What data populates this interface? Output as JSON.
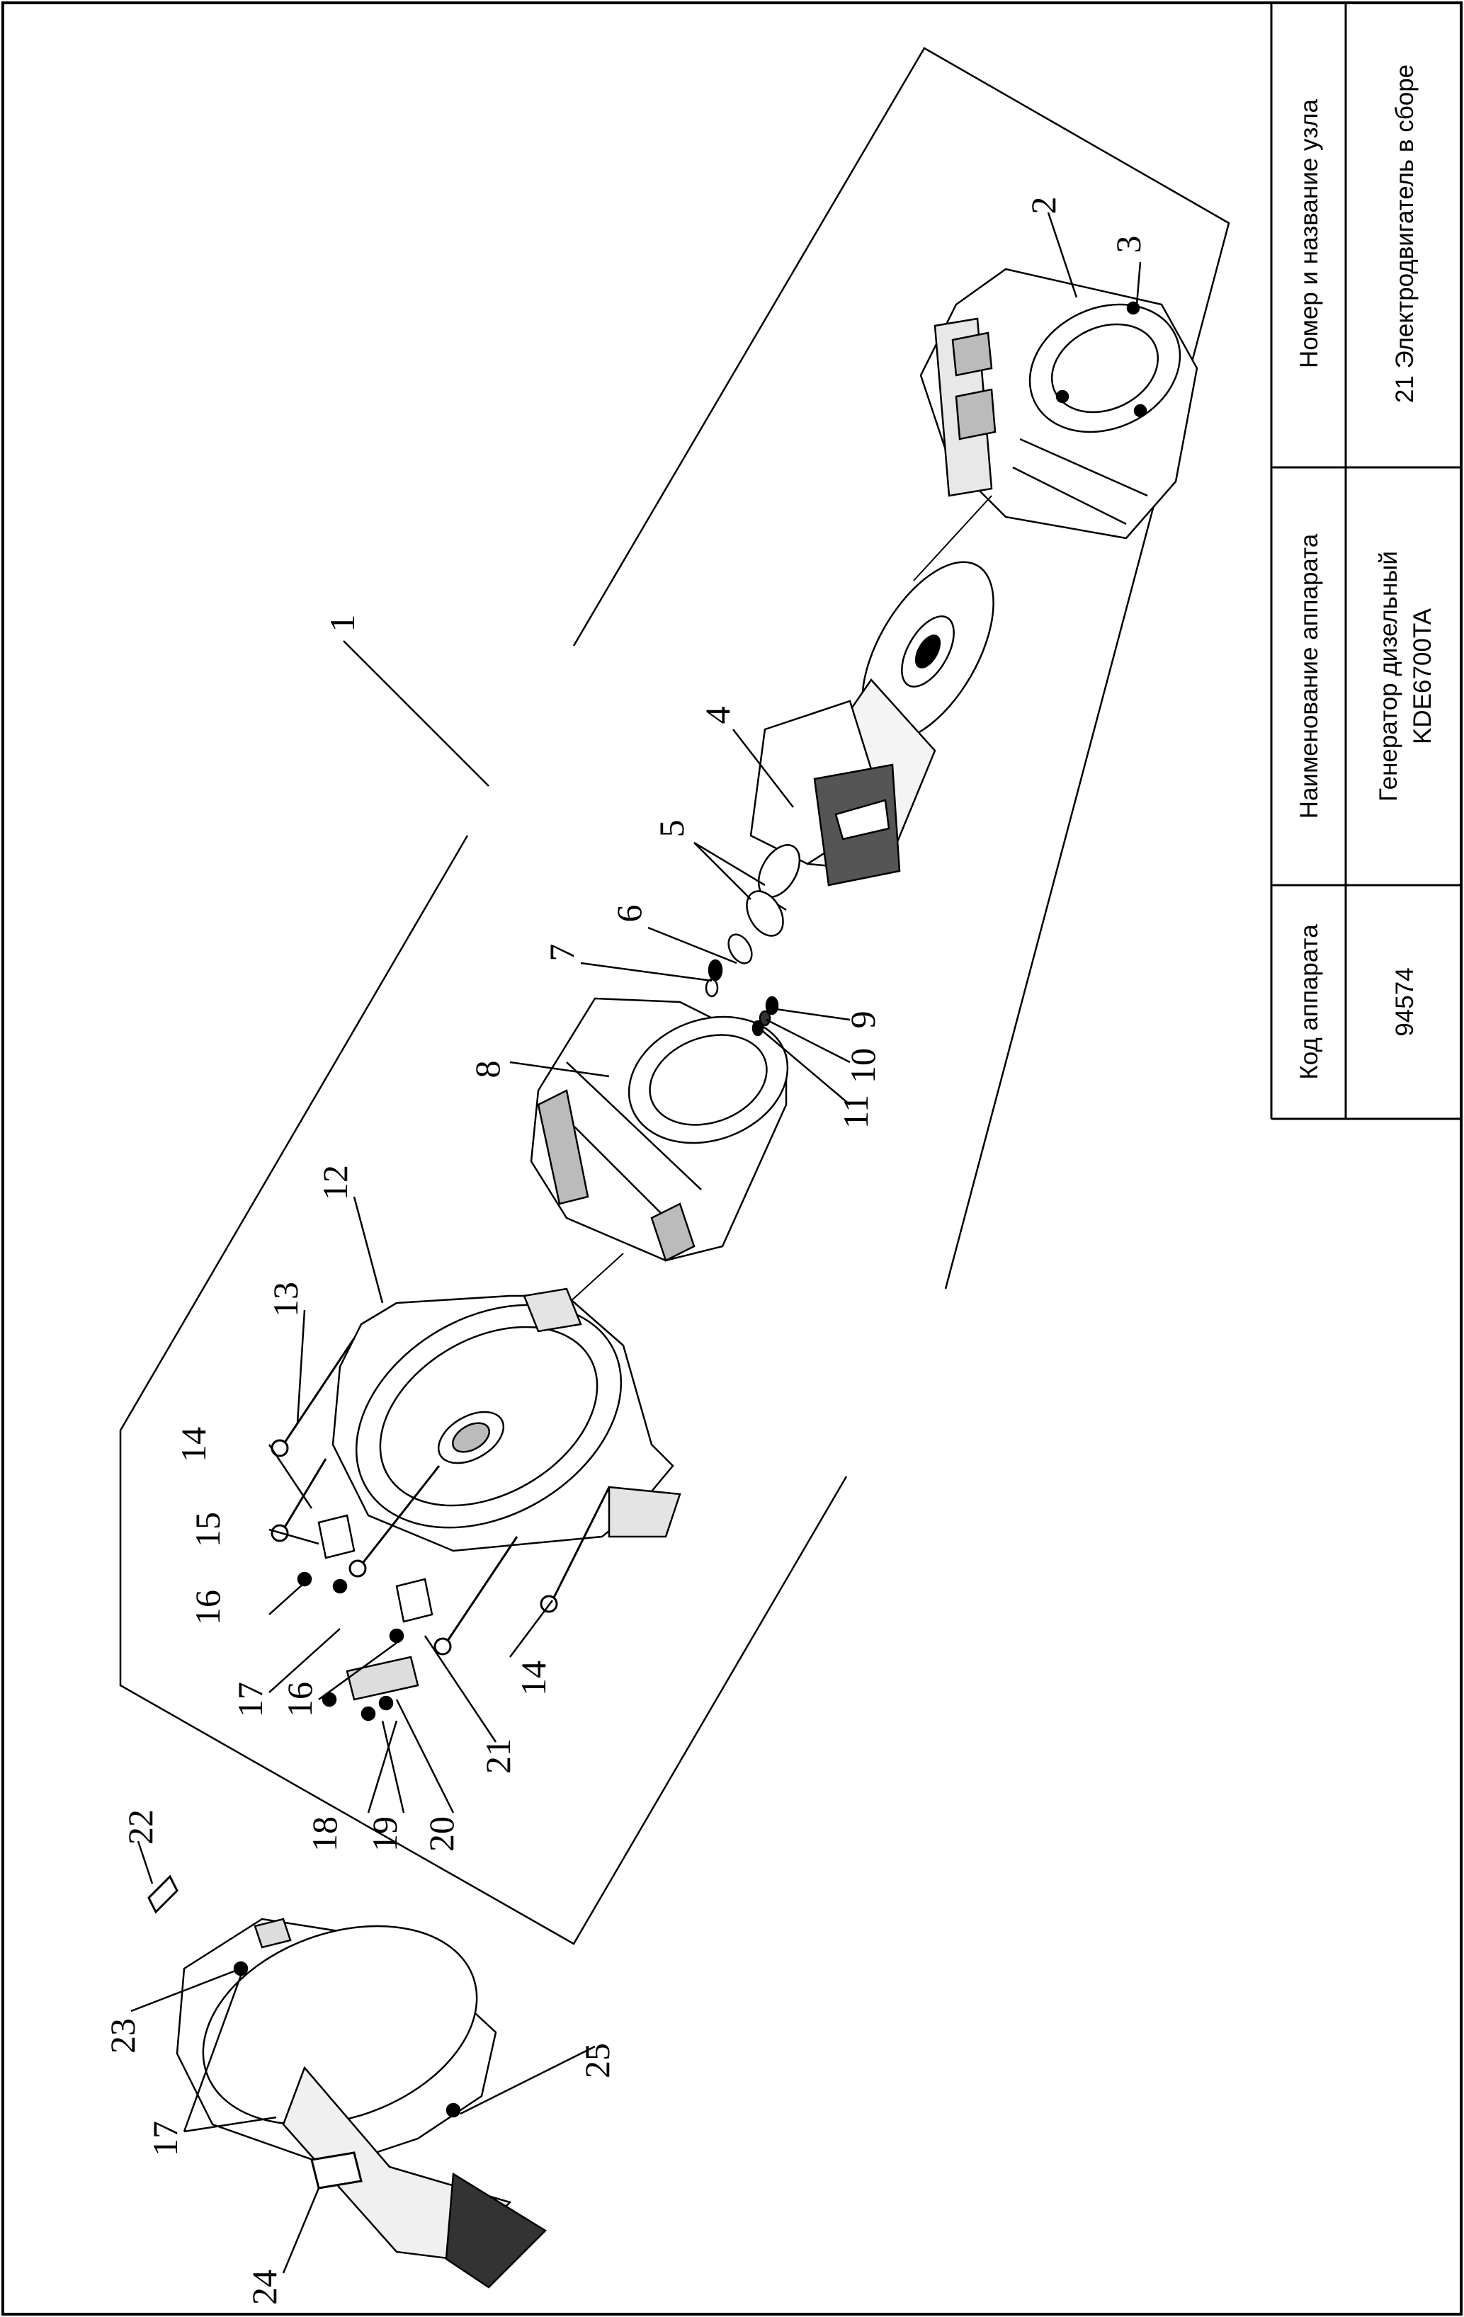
{
  "title_block": {
    "col1_header": "Код аппарата",
    "col1_value": "94574",
    "col2_header": "Наименование аппарата",
    "col2_value_line1": "Генератор дизельный",
    "col2_value_line2": "KDE6700TA",
    "col3_header": "Номер и название узла",
    "col3_value": "21 Электродвигатель в сборе"
  },
  "callouts": [
    "1",
    "2",
    "3",
    "4",
    "5",
    "6",
    "7",
    "8",
    "9",
    "10",
    "11",
    "12",
    "13",
    "14",
    "15",
    "16",
    "17",
    "16",
    "18",
    "19",
    "20",
    "21",
    "14",
    "22",
    "23",
    "17",
    "24",
    "25"
  ]
}
